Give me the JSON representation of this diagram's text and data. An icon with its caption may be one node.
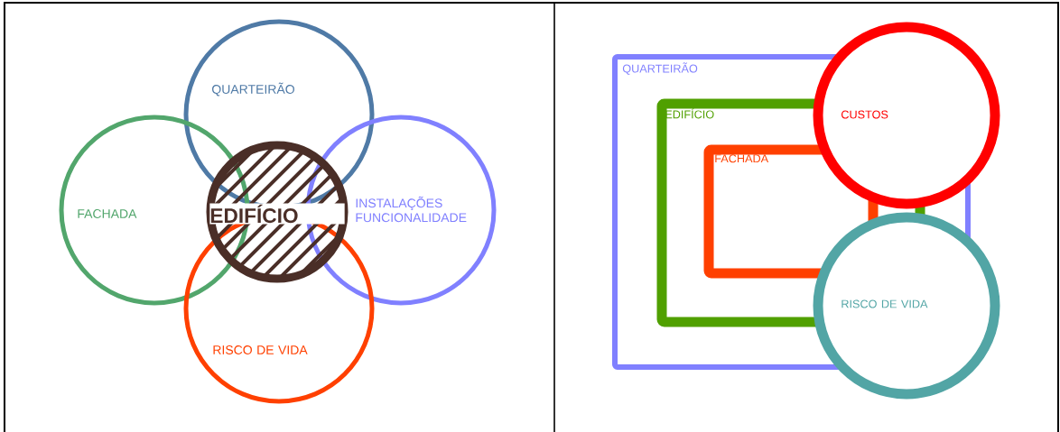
{
  "diagram": {
    "nodes": [
      {
        "text": [
          "QUARTEIRÃO"
        ]
      },
      {
        "text": [
          "FACHADA"
        ]
      },
      {
        "text": [
          "EDIFÍCIO"
        ]
      },
      {
        "text": [
          "INSTALAÇÕES FUNCIONALIDADE"
        ]
      },
      {
        "text": [
          "RISCO DE VIDA"
        ]
      },
      {
        "text": [
          "QUARTEIRÃO"
        ]
      },
      {
        "text": [
          "EDIFÍCIO"
        ],
        "in": 5
      },
      {
        "text": [
          "FACHADA"
        ],
        "in": 6
      },
      {
        "text": [
          "CUSTOS"
        ]
      },
      {
        "text": [
          "RISCO DE VIDA"
        ]
      }
    ],
    "edges": []
  }
}
